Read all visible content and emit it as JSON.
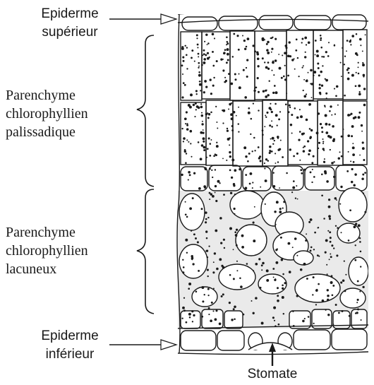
{
  "labels": {
    "epiderme_superieur": {
      "line1": "Epiderme",
      "line2": "supérieur"
    },
    "palissadique": {
      "line1": "Parenchyme",
      "line2": "chlorophyllien",
      "line3": "palissadique"
    },
    "lacuneux": {
      "line1": "Parenchyme",
      "line2": "chlorophyllien",
      "line3": "lacuneux"
    },
    "epiderme_inferieur": {
      "line1": "Epiderme",
      "line2": "inférieur"
    },
    "stomate": "Stomate"
  },
  "colors": {
    "ink": "#1a1a1a",
    "paper": "#ffffff",
    "stipple": "#9a9a9a"
  }
}
